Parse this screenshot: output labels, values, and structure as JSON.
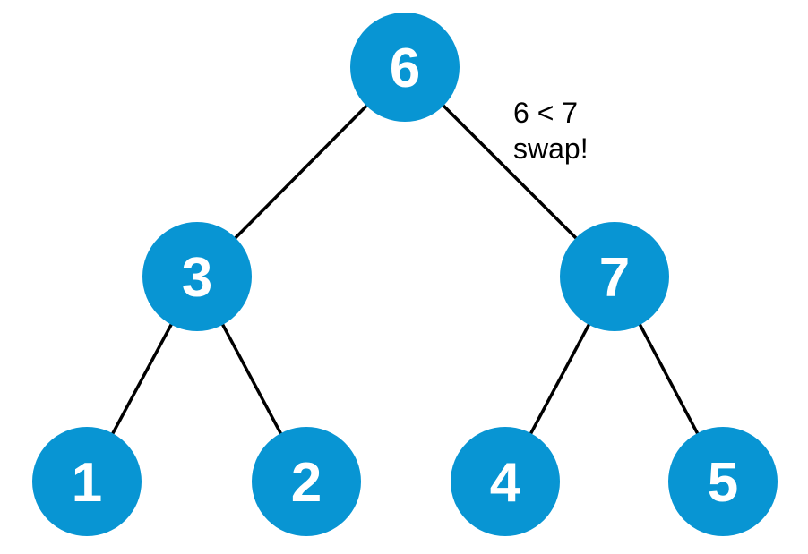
{
  "tree": {
    "nodes": [
      {
        "id": "root",
        "value": "6"
      },
      {
        "id": "left-child",
        "value": "3"
      },
      {
        "id": "right-child",
        "value": "7"
      },
      {
        "id": "leaf-1",
        "value": "1"
      },
      {
        "id": "leaf-2",
        "value": "2"
      },
      {
        "id": "leaf-3",
        "value": "4"
      },
      {
        "id": "leaf-4",
        "value": "5"
      }
    ],
    "edges": [
      {
        "from": "root",
        "to": "left-child"
      },
      {
        "from": "root",
        "to": "right-child"
      },
      {
        "from": "left-child",
        "to": "leaf-1"
      },
      {
        "from": "left-child",
        "to": "leaf-2"
      },
      {
        "from": "right-child",
        "to": "leaf-3"
      },
      {
        "from": "right-child",
        "to": "leaf-4"
      }
    ]
  },
  "annotation": {
    "line1": "6 < 7",
    "line2": "swap!"
  },
  "colors": {
    "node_fill": "#0895d3",
    "node_text": "#ffffff",
    "edge": "#000000"
  }
}
